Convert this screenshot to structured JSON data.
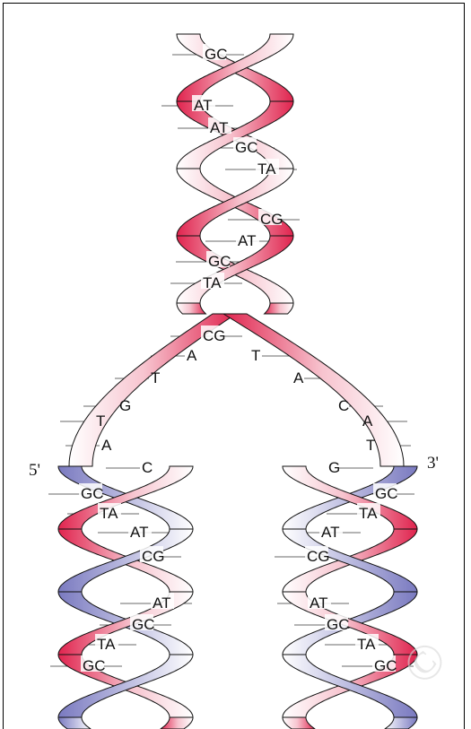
{
  "end_labels": {
    "five_prime": "5'",
    "three_prime": "3'"
  },
  "colors": {
    "strand_dark": "#e0244e",
    "strand_light": "#ffffff",
    "new_strand_dark": "#8080c0",
    "new_strand_light": "#ffffff",
    "rung": "#6a6a6a",
    "outline": "#111111"
  },
  "parent_helix_pairs": [
    "GC",
    "AT",
    "AT",
    "GC",
    "TA",
    "CG",
    "AT",
    "GC",
    "TA"
  ],
  "fork_pair": "CG",
  "left_single_bases": [
    "A",
    "T",
    "G",
    "T",
    "A",
    "C"
  ],
  "right_single_bases": [
    "T",
    "A",
    "C",
    "A",
    "T",
    "G"
  ],
  "left_daughter_pairs": [
    "GC",
    "TA",
    "AT",
    "CG",
    "AT",
    "GC",
    "TA",
    "GC"
  ],
  "right_daughter_pairs": [
    "GC",
    "TA",
    "AT",
    "CG",
    "AT",
    "GC",
    "TA",
    "GC"
  ]
}
